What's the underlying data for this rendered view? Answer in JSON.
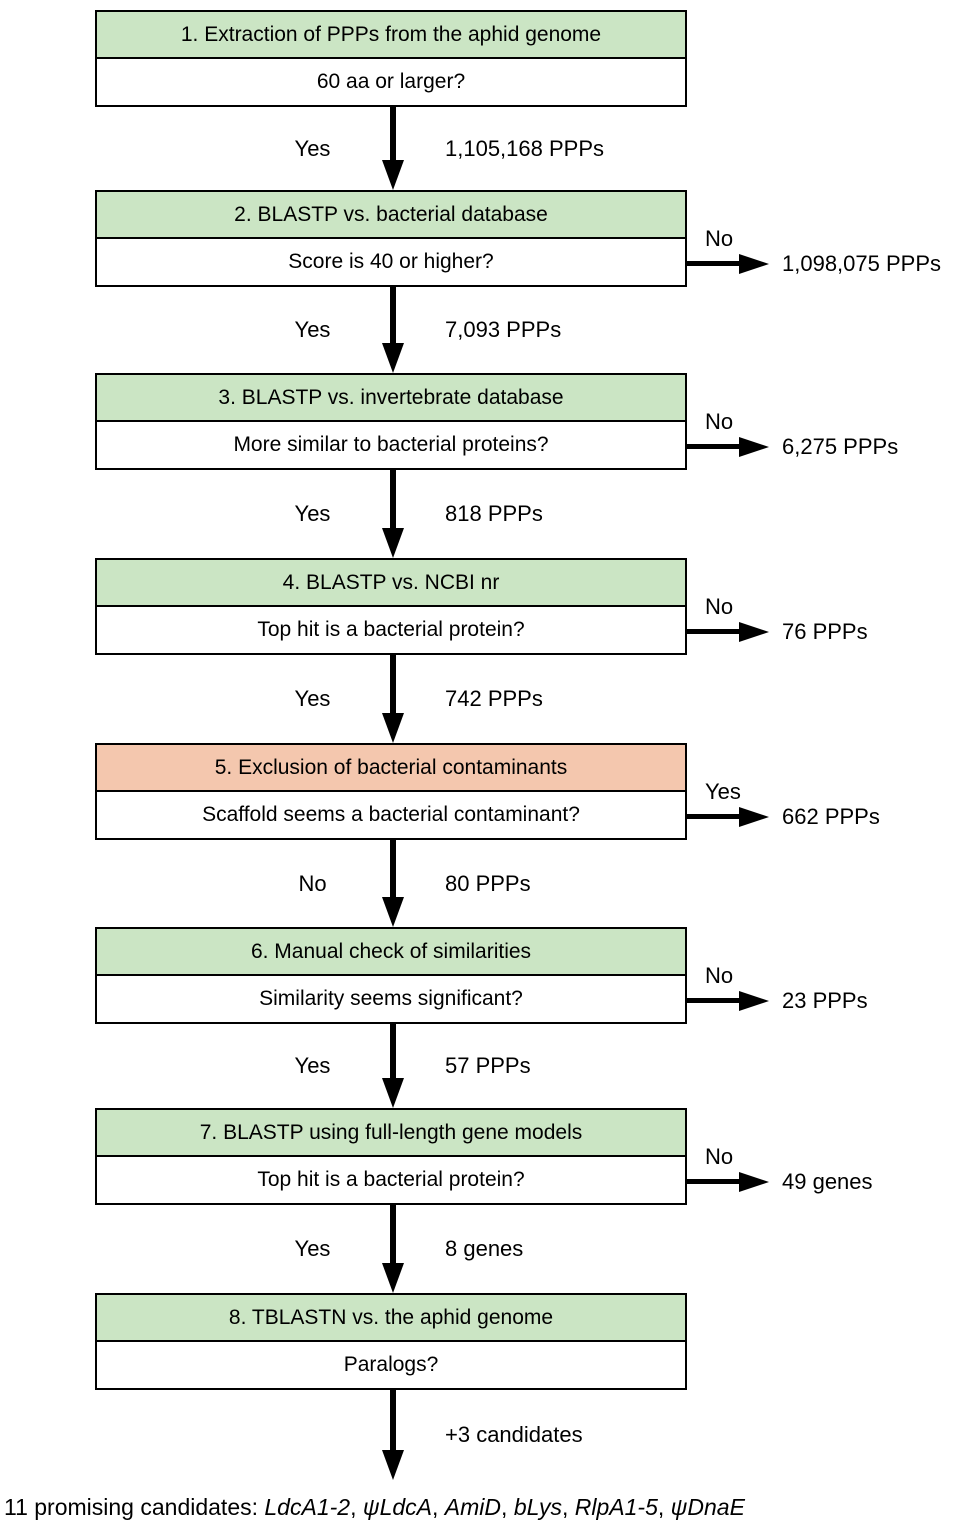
{
  "colors": {
    "green": "#cbe5c4",
    "salmon": "#f4c7ae",
    "line": "#000000"
  },
  "steps": [
    {
      "header": "1. Extraction of PPPs from the aphid genome",
      "question": "60 aa or larger?",
      "color": "green",
      "down_label": "Yes",
      "down_count": "1,105,168 PPPs"
    },
    {
      "header": "2. BLASTP vs. bacterial database",
      "question": "Score is 40 or higher?",
      "color": "green",
      "down_label": "Yes",
      "down_count": "7,093 PPPs",
      "right_label": "No",
      "right_count": "1,098,075 PPPs"
    },
    {
      "header": "3. BLASTP vs. invertebrate database",
      "question": "More similar to bacterial proteins?",
      "color": "green",
      "down_label": "Yes",
      "down_count": "818 PPPs",
      "right_label": "No",
      "right_count": "6,275 PPPs"
    },
    {
      "header": "4. BLASTP vs. NCBI nr",
      "question": "Top hit is a bacterial protein?",
      "color": "green",
      "down_label": "Yes",
      "down_count": "742 PPPs",
      "right_label": "No",
      "right_count": "76 PPPs"
    },
    {
      "header": "5. Exclusion of bacterial contaminants",
      "question": "Scaffold seems a bacterial contaminant?",
      "color": "salmon",
      "down_label": "No",
      "down_count": "80 PPPs",
      "right_label": "Yes",
      "right_count": "662 PPPs"
    },
    {
      "header": "6. Manual check of similarities",
      "question": "Similarity seems significant?",
      "color": "green",
      "down_label": "Yes",
      "down_count": "57 PPPs",
      "right_label": "No",
      "right_count": "23 PPPs"
    },
    {
      "header": "7. BLASTP using full-length gene models",
      "question": "Top hit is a bacterial protein?",
      "color": "green",
      "down_label": "Yes",
      "down_count": "8 genes",
      "right_label": "No",
      "right_count": "49 genes"
    },
    {
      "header": "8. TBLASTN vs. the aphid genome",
      "question": "Paralogs?",
      "color": "green",
      "down_count": "+3 candidates"
    }
  ],
  "result": {
    "prefix": "11 promising candidates: ",
    "separator": ", ",
    "candidates": [
      "LdcA1-2",
      "ψLdcA",
      "AmiD",
      "bLys",
      "RlpA1-5",
      "ψDnaE"
    ]
  }
}
